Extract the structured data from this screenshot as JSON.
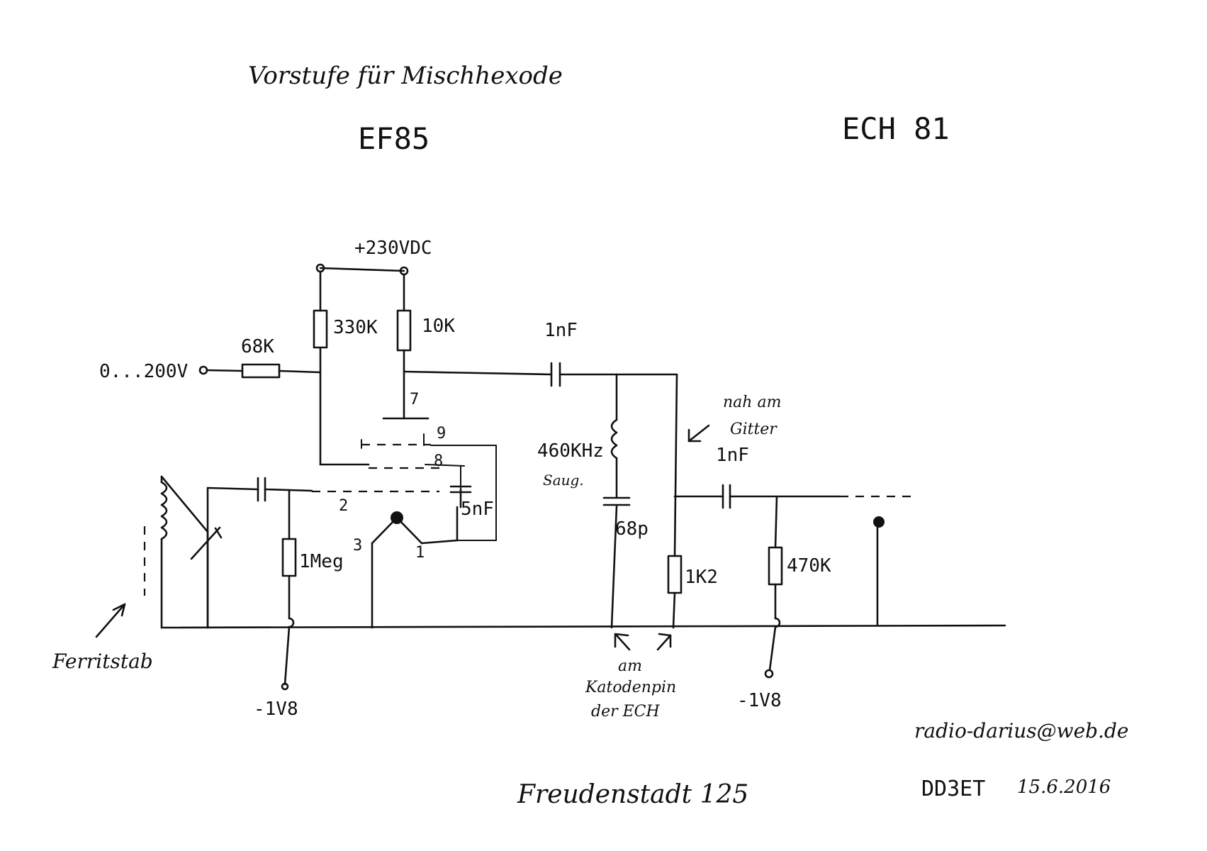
{
  "titles": {
    "subtitle": "Vorstufe für Mischhexode",
    "tube_left": "EF85",
    "tube_right": "ECH 81"
  },
  "labels": {
    "supply": "+230VDC",
    "input_voltage": "0...200V",
    "r_68k": "68K",
    "r_330k": "330K",
    "r_10k": "10K",
    "c_1nf_top": "1nF",
    "pin7": "7",
    "pin9": "9",
    "pin8": "8",
    "pin2": "2",
    "pin3": "3",
    "pin1": "1",
    "c_5nf": "5nF",
    "r_1meg": "1Meg",
    "freq": "460KHz",
    "freq_note": "Saug.",
    "c_68p": "68p",
    "r_1k2": "1K2",
    "near_grid_1": "nah am",
    "near_grid_2": "Gitter",
    "c_1nf_right": "1nF",
    "r_470k": "470K",
    "bias_left": "-1V8",
    "bias_right": "-1V8",
    "ferrite": "Ferritstab",
    "cathode_1": "am",
    "cathode_2": "Katodenpin",
    "cathode_3": "der ECH",
    "email": "radio-darius@web.de",
    "radio": "Freudenstadt 125",
    "callsign": "DD3ET",
    "date": "15.6.2016"
  }
}
